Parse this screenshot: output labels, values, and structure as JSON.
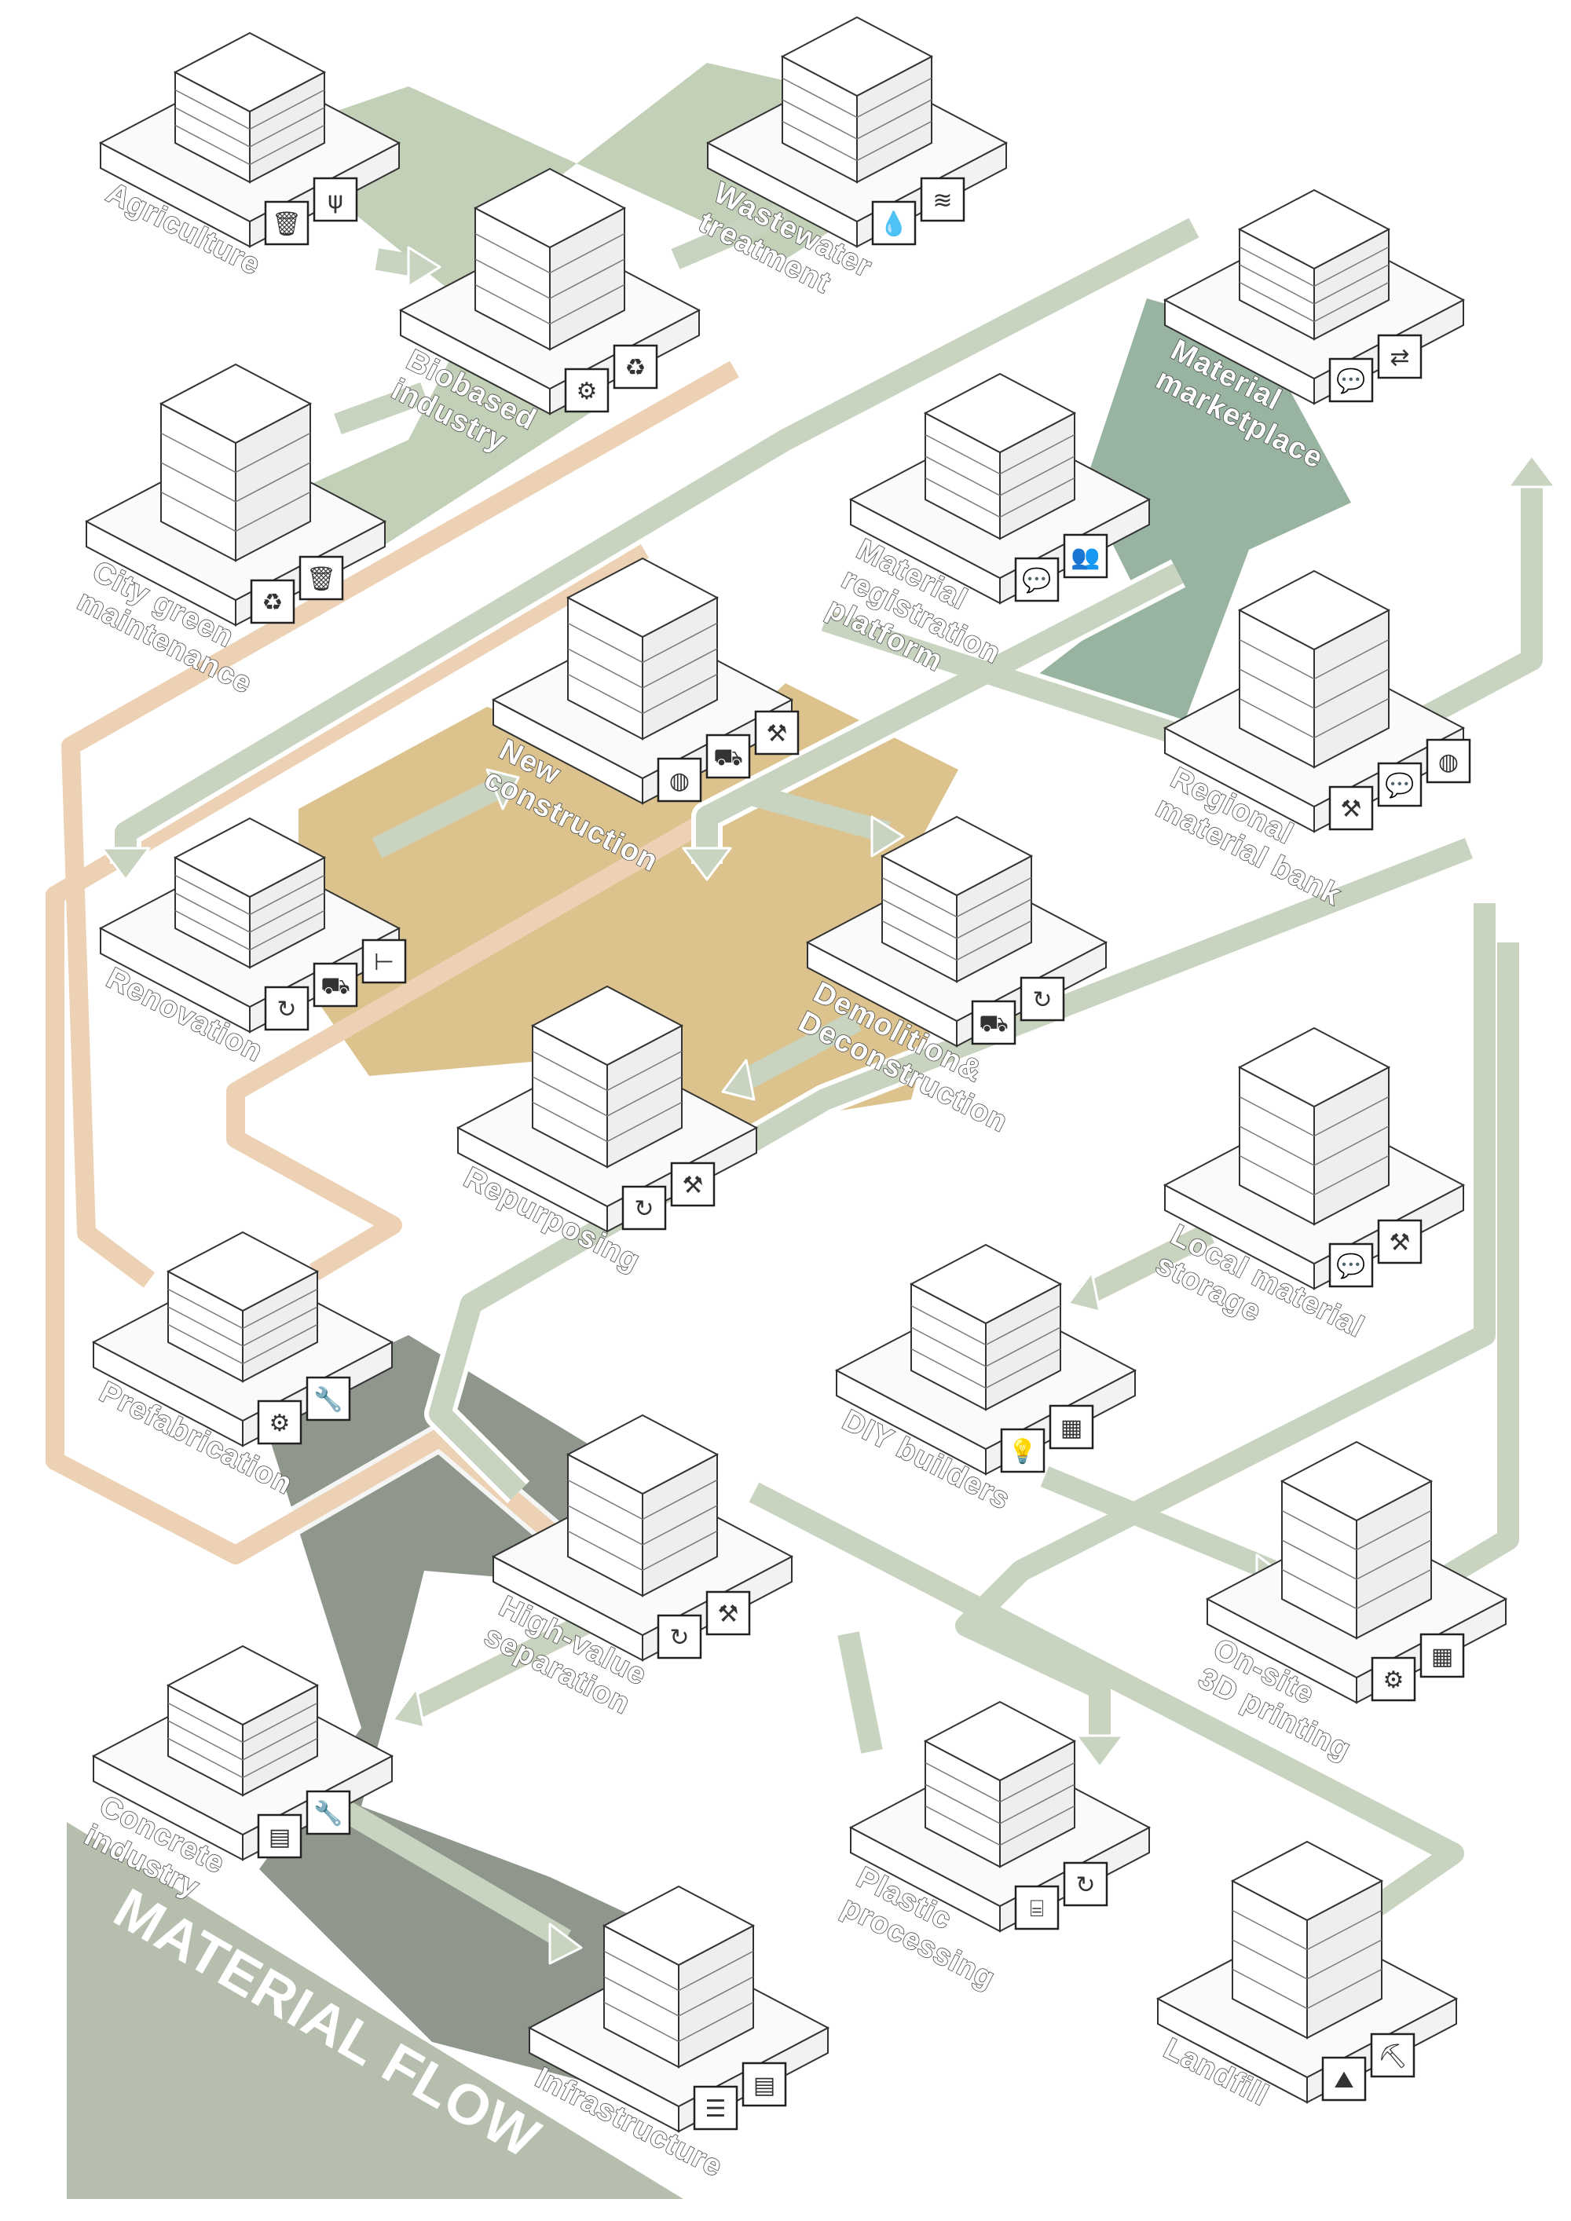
{
  "title": "MATERIAL FLOW",
  "colors": {
    "flow_green": "#c8d4c0",
    "biobased_band": "#c3d0b8",
    "marketplace_band": "#98b3a0",
    "construction_zone": "#dcc38e",
    "waste_band": "#8f968c",
    "orange_flow": "#ecd1b4",
    "title_band": "#b6bfae"
  },
  "nodes": [
    {
      "id": "agriculture",
      "label": [
        "Agriculture"
      ],
      "icons": [
        "trash-icon",
        "wheat-icon"
      ]
    },
    {
      "id": "wastewater",
      "label": [
        "Wastewater",
        "treatment"
      ],
      "icons": [
        "water-drop-icon",
        "sludge-icon"
      ]
    },
    {
      "id": "biobased",
      "label": [
        "Biobased",
        "industry"
      ],
      "icons": [
        "gear-leaf-icon",
        "recycle-gear-icon"
      ]
    },
    {
      "id": "city-green",
      "label": [
        "City green",
        "maintenance"
      ],
      "icons": [
        "recycle-icon",
        "trash-icon"
      ]
    },
    {
      "id": "marketplace",
      "label": [
        "Material",
        "marketplace"
      ],
      "icons": [
        "chat-icon",
        "exchange-icon"
      ]
    },
    {
      "id": "registration",
      "label": [
        "Material",
        "registration",
        "platform"
      ],
      "icons": [
        "chat-icon",
        "people-icon"
      ]
    },
    {
      "id": "new-construction",
      "label": [
        "New",
        "construction"
      ],
      "icons": [
        "globe-icon",
        "truck-icon",
        "crane-icon"
      ]
    },
    {
      "id": "material-bank",
      "label": [
        "Regional",
        "material bank"
      ],
      "icons": [
        "crane-icon",
        "chat-icon",
        "globe-icon"
      ]
    },
    {
      "id": "renovation",
      "label": [
        "Renovation"
      ],
      "icons": [
        "cycle-icon",
        "truck-icon",
        "measure-icon"
      ]
    },
    {
      "id": "demolition",
      "label": [
        "Demolition&",
        "Deconstruction"
      ],
      "icons": [
        "truck-icon",
        "cycle-icon"
      ]
    },
    {
      "id": "repurposing",
      "label": [
        "Repurposing"
      ],
      "icons": [
        "cycle-icon",
        "crane-icon"
      ]
    },
    {
      "id": "local-storage",
      "label": [
        "Local material",
        "storage"
      ],
      "icons": [
        "chat-icon",
        "crane-icon"
      ]
    },
    {
      "id": "prefabrication",
      "label": [
        "Prefabrication"
      ],
      "icons": [
        "gear-icon",
        "tools-icon"
      ]
    },
    {
      "id": "diy",
      "label": [
        "DIY builders"
      ],
      "icons": [
        "lightbulb-icon",
        "blueprint-icon"
      ]
    },
    {
      "id": "separation",
      "label": [
        "High-value",
        "separation"
      ],
      "icons": [
        "cycle-icon",
        "crane-icon"
      ]
    },
    {
      "id": "printing",
      "label": [
        "On-site",
        "3D printing"
      ],
      "icons": [
        "gear-leaf-icon",
        "blueprint-icon"
      ]
    },
    {
      "id": "concrete",
      "label": [
        "Concrete",
        "industry"
      ],
      "icons": [
        "brick-icon",
        "tools-icon"
      ]
    },
    {
      "id": "plastic",
      "label": [
        "Plastic",
        "processing"
      ],
      "icons": [
        "machine-icon",
        "cycle-icon"
      ]
    },
    {
      "id": "infrastructure",
      "label": [
        "Infrastructure"
      ],
      "icons": [
        "layers-icon",
        "brick-icon"
      ]
    },
    {
      "id": "landfill",
      "label": [
        "Landfill"
      ],
      "icons": [
        "dump-icon",
        "excavator-icon"
      ]
    }
  ]
}
